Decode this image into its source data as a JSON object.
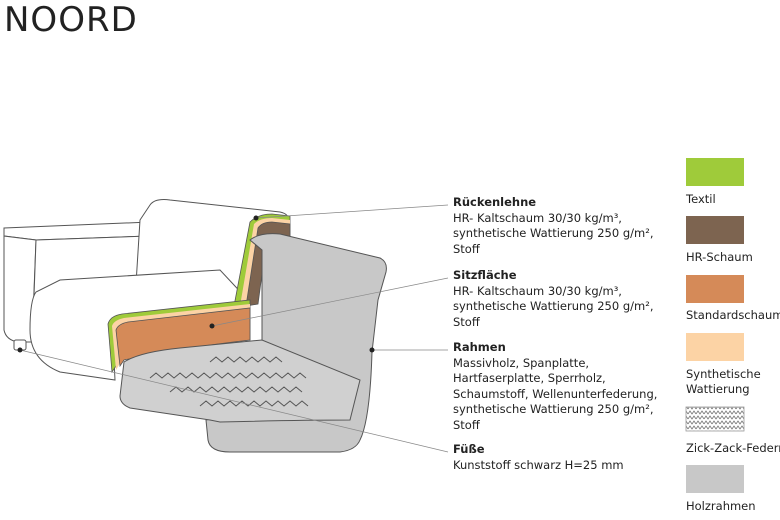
{
  "title": "NOORD",
  "callouts": [
    {
      "heading": "Rückenlehne",
      "text": "HR- Kaltschaum 30/30 kg/m³,\nsynthetische Wattierung 250 g/m²,\nStoff"
    },
    {
      "heading": "Sitzfläche",
      "text": "HR- Kaltschaum 30/30 kg/m³,\nsynthetische Wattierung 250 g/m²,\nStoff"
    },
    {
      "heading": "Rahmen",
      "text": "Massivholz, Spanplatte,\nHartfaserplatte, Sperrholz,\nSchaumstoff, Wellenunterfederung,\nsynthetische Wattierung 250 g/m²,\nStoff"
    },
    {
      "heading": "Füße",
      "text": "Kunststoff schwarz H=25 mm"
    }
  ],
  "legend": [
    {
      "label": "Textil",
      "color": "#9fcb3a"
    },
    {
      "label": "HR-Schaum",
      "color": "#7d6450"
    },
    {
      "label": "Standardschaum",
      "color": "#d58a58"
    },
    {
      "label": "Synthetische\nWattierung",
      "color": "#fcd3a5"
    },
    {
      "label": "Zick-Zack-Federn",
      "pattern": "zigzag"
    },
    {
      "label": "Holzrahmen",
      "color": "#c8c8c8"
    }
  ]
}
